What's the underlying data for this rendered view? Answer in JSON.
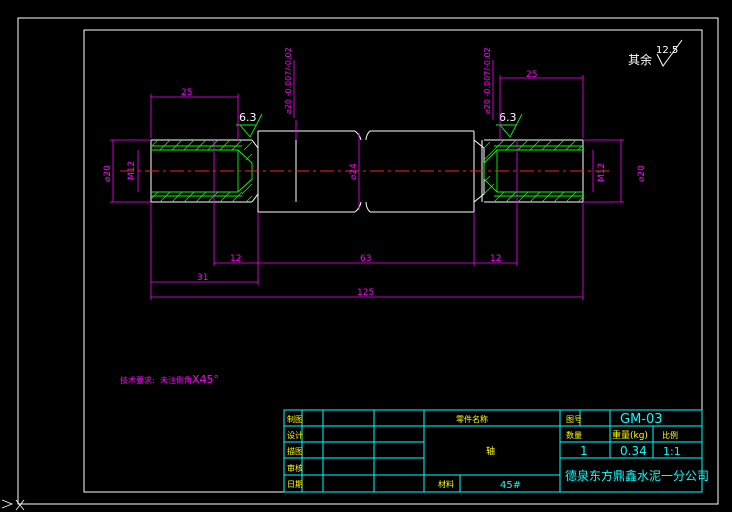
{
  "roughness": {
    "label": "其余",
    "value": "12.5",
    "local_value": "6.3"
  },
  "dimensions": {
    "d_left_length": "25",
    "d_right_length": "25",
    "d_left_shoulder": "12",
    "d_middle": "63",
    "d_right_shoulder": "12",
    "d_left_total": "31",
    "d_overall": "125",
    "d_left_od": "⌀20",
    "d_left_thread": "M12",
    "d_journal_left": "⌀20 -0.007/-0.02",
    "d_center": "⌀24",
    "d_journal_right": "⌀20 -0.007/-0.02",
    "d_right_thread": "M12",
    "d_right_od": "⌀20"
  },
  "tech_note": {
    "label": "技术要求:",
    "text": "未注倒角",
    "chamfer": "X45°"
  },
  "title_block": {
    "drawing_no_label": "图号",
    "drawing_no": "GM-03",
    "qty_label": "数量",
    "weight_label": "重量(kg)",
    "scale_label": "比例",
    "qty": "1",
    "weight": "0.34",
    "scale": "1:1",
    "part_name_header": "零件名称",
    "part_name": "轴",
    "material_label": "材料",
    "material": "45#",
    "company": "德泉东方鼎鑫水泥一分公司",
    "row_labels": [
      "制图",
      "设计",
      "描图",
      "审核",
      "日期"
    ]
  },
  "colors": {
    "background": "#000000",
    "outline": "#ffffff",
    "dimension": "#ff00ff",
    "hatch": "#00ff00",
    "centerline": "#ff2020",
    "title_block": "#00ffff",
    "title_text": "#ffff00"
  }
}
